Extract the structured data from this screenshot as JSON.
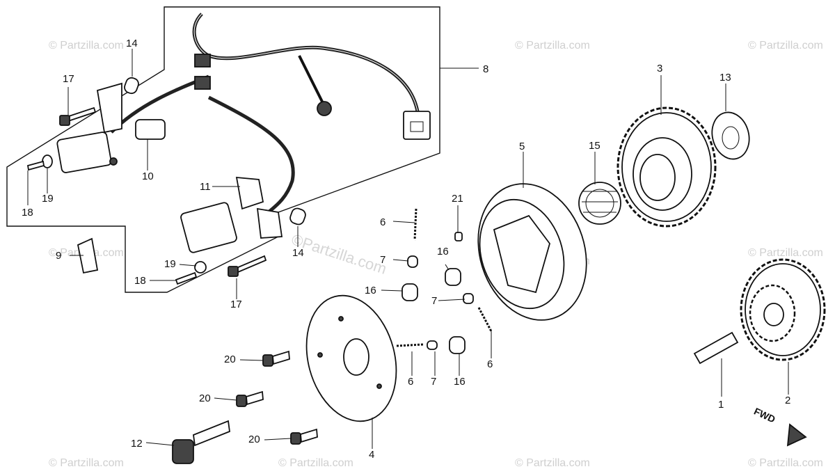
{
  "diagram": {
    "callouts": [
      {
        "id": "c1",
        "label": "1"
      },
      {
        "id": "c2",
        "label": "2"
      },
      {
        "id": "c3",
        "label": "3"
      },
      {
        "id": "c4",
        "label": "4"
      },
      {
        "id": "c5",
        "label": "5"
      },
      {
        "id": "c6a",
        "label": "6"
      },
      {
        "id": "c6b",
        "label": "6"
      },
      {
        "id": "c6c",
        "label": "6"
      },
      {
        "id": "c7a",
        "label": "7"
      },
      {
        "id": "c7b",
        "label": "7"
      },
      {
        "id": "c7c",
        "label": "7"
      },
      {
        "id": "c8",
        "label": "8"
      },
      {
        "id": "c9",
        "label": "9"
      },
      {
        "id": "c10",
        "label": "10"
      },
      {
        "id": "c11",
        "label": "11"
      },
      {
        "id": "c12",
        "label": "12"
      },
      {
        "id": "c13",
        "label": "13"
      },
      {
        "id": "c14a",
        "label": "14"
      },
      {
        "id": "c14b",
        "label": "14"
      },
      {
        "id": "c15",
        "label": "15"
      },
      {
        "id": "c16a",
        "label": "16"
      },
      {
        "id": "c16b",
        "label": "16"
      },
      {
        "id": "c16c",
        "label": "16"
      },
      {
        "id": "c17a",
        "label": "17"
      },
      {
        "id": "c17b",
        "label": "17"
      },
      {
        "id": "c18a",
        "label": "18"
      },
      {
        "id": "c18b",
        "label": "18"
      },
      {
        "id": "c19a",
        "label": "19"
      },
      {
        "id": "c19b",
        "label": "19"
      },
      {
        "id": "c20a",
        "label": "20"
      },
      {
        "id": "c20b",
        "label": "20"
      },
      {
        "id": "c20c",
        "label": "20"
      },
      {
        "id": "c21",
        "label": "21"
      }
    ],
    "direction_label": "FWD",
    "watermark_main": "©Partzilla.com",
    "watermark_faint": "© Partzilla.com"
  }
}
